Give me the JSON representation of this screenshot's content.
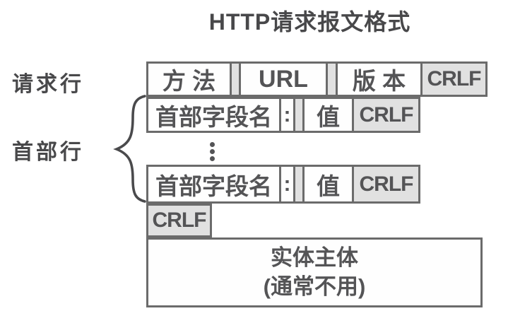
{
  "title": "HTTP请求报文格式",
  "left_labels": {
    "request_line": "请求行",
    "header_lines": "首部行"
  },
  "request_line": {
    "method": "方 法",
    "url": "URL",
    "version": "版 本",
    "crlf": "CRLF"
  },
  "header_line_1": {
    "field_name": "首部字段名",
    "colon": ":",
    "value": "值",
    "crlf": "CRLF"
  },
  "header_line_2": {
    "field_name": "首部字段名",
    "colon": ":",
    "value": "值",
    "crlf": "CRLF"
  },
  "blank_line": {
    "crlf": "CRLF"
  },
  "entity_body": {
    "line1": "实体主体",
    "line2": "(通常不用)"
  },
  "icons": {
    "ellipsis": "vertical-dots",
    "brace": "left-curly-brace"
  },
  "colors": {
    "border": "#6b6b6b",
    "gray_fill": "#e1e1e1",
    "white_fill": "#fefefe",
    "text": "#545456",
    "heading_text": "#48484a",
    "background": "#ffffff"
  }
}
